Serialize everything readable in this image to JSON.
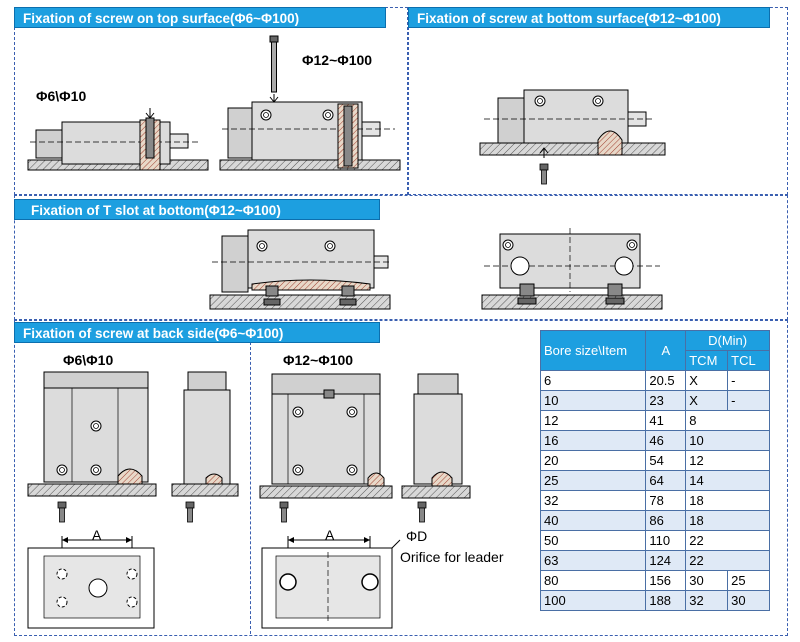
{
  "sections": {
    "top_surface": {
      "title": "Fixation of screw on top surface(Φ6~Φ100)",
      "label_small": "Φ6\\Φ10",
      "label_large": "Φ12~Φ100"
    },
    "bottom_surface": {
      "title": "Fixation of screw at bottom surface(Φ12~Φ100)"
    },
    "t_slot": {
      "title": "Fixation of T slot at bottom(Φ12~Φ100)"
    },
    "back_side": {
      "title": "Fixation of screw at back side(Φ6~Φ100)",
      "label_small": "Φ6\\Φ10",
      "label_large": "Φ12~Φ100",
      "dim_a_left": "A",
      "dim_a_right": "A",
      "dim_d": "ΦD",
      "orifice": "Orifice for leader"
    }
  },
  "table": {
    "header": {
      "bore": "Bore size\\Item",
      "a": "A",
      "d": "D(Min)",
      "tcm": "TCM",
      "tcl": "TCL"
    },
    "rows": [
      {
        "bore": "6",
        "a": "20.5",
        "tcm": "X",
        "tcl": "-"
      },
      {
        "bore": "10",
        "a": "23",
        "tcm": "X",
        "tcl": "-"
      },
      {
        "bore": "12",
        "a": "41",
        "d": "8"
      },
      {
        "bore": "16",
        "a": "46",
        "d": "10"
      },
      {
        "bore": "20",
        "a": "54",
        "d": "12"
      },
      {
        "bore": "25",
        "a": "64",
        "d": "14"
      },
      {
        "bore": "32",
        "a": "78",
        "d": "18"
      },
      {
        "bore": "40",
        "a": "86",
        "d": "18"
      },
      {
        "bore": "50",
        "a": "110",
        "d": "22"
      },
      {
        "bore": "63",
        "a": "124",
        "d": "22"
      },
      {
        "bore": "80",
        "a": "156",
        "tcm": "30",
        "tcl": "25"
      },
      {
        "bore": "100",
        "a": "188",
        "tcm": "32",
        "tcl": "30"
      }
    ]
  }
}
